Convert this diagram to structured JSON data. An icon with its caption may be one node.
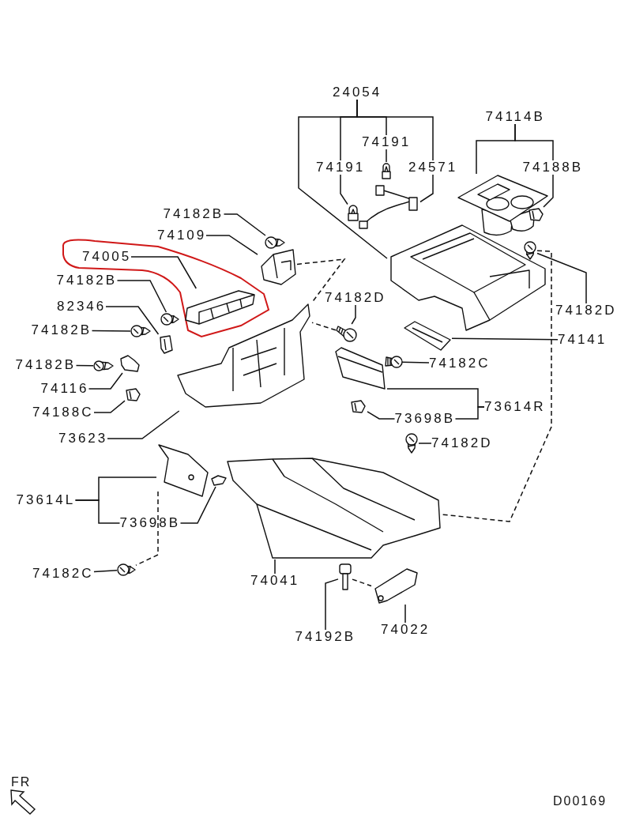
{
  "diagram": {
    "nodes": [
      {
        "text": [
          "24054"
        ]
      },
      {
        "text": [
          "74114B"
        ]
      },
      {
        "text": [
          "74191"
        ]
      },
      {
        "text": [
          "74191"
        ]
      },
      {
        "text": [
          "24571"
        ]
      },
      {
        "text": [
          "74188B"
        ]
      },
      {
        "text": [
          "74182B"
        ]
      },
      {
        "text": [
          "74109"
        ]
      },
      {
        "text": [
          "74005"
        ]
      },
      {
        "text": [
          "74182B"
        ]
      },
      {
        "text": [
          "82346"
        ]
      },
      {
        "text": [
          "74182D"
        ]
      },
      {
        "text": [
          "74182D"
        ]
      },
      {
        "text": [
          "74182B"
        ]
      },
      {
        "text": [
          "74141"
        ]
      },
      {
        "text": [
          "74182B"
        ]
      },
      {
        "text": [
          "74182C"
        ]
      },
      {
        "text": [
          "74116"
        ]
      },
      {
        "text": [
          "73614R"
        ]
      },
      {
        "text": [
          "74188C"
        ]
      },
      {
        "text": [
          "73698B"
        ]
      },
      {
        "text": [
          "73623"
        ]
      },
      {
        "text": [
          "74182D"
        ]
      },
      {
        "text": [
          "73614L"
        ]
      },
      {
        "text": [
          "73698B"
        ]
      },
      {
        "text": [
          "74041"
        ]
      },
      {
        "text": [
          "74182C"
        ]
      },
      {
        "text": [
          "74192B"
        ]
      },
      {
        "text": [
          "74022"
        ]
      },
      {
        "text": [],
        "shape": "picture"
      },
      {
        "text": [],
        "shape": "picture"
      },
      {
        "text": [],
        "shape": "picture"
      },
      {
        "text": [],
        "shape": "picture"
      },
      {
        "text": [],
        "shape": "picture"
      },
      {
        "text": [],
        "shape": "picture"
      },
      {
        "text": [],
        "shape": "picture"
      },
      {
        "text": [],
        "shape": "picture"
      },
      {
        "text": [],
        "shape": "picture"
      },
      {
        "text": [],
        "shape": "picture"
      },
      {
        "text": [],
        "shape": "picture"
      },
      {
        "text": [],
        "shape": "picture"
      },
      {
        "text": [],
        "shape": "picture"
      },
      {
        "text": [],
        "shape": "picture"
      },
      {
        "text": [],
        "shape": "picture"
      },
      {
        "text": [],
        "shape": "picture"
      },
      {
        "text": [],
        "shape": "picture"
      },
      {
        "text": [],
        "shape": "picture"
      },
      {
        "text": [],
        "shape": "picture"
      },
      {
        "text": [],
        "shape": "picture"
      },
      {
        "text": [],
        "shape": "picture"
      },
      {
        "text": [],
        "shape": "picture"
      },
      {
        "text": [],
        "shape": "picture"
      },
      {
        "text": [],
        "shape": "picture"
      },
      {
        "text": [],
        "shape": "picture"
      },
      {
        "text": [],
        "shape": "picture"
      },
      {
        "text": [],
        "shape": "picture"
      },
      {
        "text": [],
        "shape": "picture"
      },
      {
        "text": [],
        "shape": "picture"
      }
    ],
    "edges": [
      {
        "from": 0,
        "to": 36,
        "arrow": "none"
      },
      {
        "from": 0,
        "to": 3,
        "arrow": "none"
      },
      {
        "from": 0,
        "to": 2,
        "arrow": "none"
      },
      {
        "from": 0,
        "to": 4,
        "arrow": "none"
      },
      {
        "from": 2,
        "to": 29,
        "arrow": "none"
      },
      {
        "from": 3,
        "to": 31,
        "arrow": "none"
      },
      {
        "from": 4,
        "to": 32,
        "arrow": "none"
      },
      {
        "from": 1,
        "to": 30,
        "arrow": "none"
      },
      {
        "from": 1,
        "to": 5,
        "arrow": "none"
      },
      {
        "from": 5,
        "to": 33,
        "arrow": "none"
      },
      {
        "from": 6,
        "to": 34,
        "arrow": "none"
      },
      {
        "from": 7,
        "to": 35,
        "arrow": "none"
      },
      {
        "from": 8,
        "to": 38,
        "arrow": "none"
      },
      {
        "from": 9,
        "to": 39,
        "arrow": "none"
      },
      {
        "from": 10,
        "to": 43,
        "arrow": "none"
      },
      {
        "from": 11,
        "to": 40,
        "arrow": "none"
      },
      {
        "from": 12,
        "to": 37,
        "arrow": "none"
      },
      {
        "from": 13,
        "to": 41,
        "arrow": "none"
      },
      {
        "from": 14,
        "to": 42,
        "arrow": "none"
      },
      {
        "from": 15,
        "to": 44,
        "arrow": "none"
      },
      {
        "from": 16,
        "to": 47,
        "arrow": "none"
      },
      {
        "from": 17,
        "to": 45,
        "arrow": "none"
      },
      {
        "from": 18,
        "to": 48,
        "arrow": "none"
      },
      {
        "from": 18,
        "to": 20,
        "arrow": "none"
      },
      {
        "from": 20,
        "to": 50,
        "arrow": "none"
      },
      {
        "from": 19,
        "to": 49,
        "arrow": "none"
      },
      {
        "from": 21,
        "to": 46,
        "arrow": "none"
      },
      {
        "from": 22,
        "to": 51,
        "arrow": "none"
      },
      {
        "from": 23,
        "to": 52,
        "arrow": "none"
      },
      {
        "from": 23,
        "to": 24,
        "arrow": "none"
      },
      {
        "from": 24,
        "to": 53,
        "arrow": "none"
      },
      {
        "from": 25,
        "to": 54,
        "arrow": "none"
      },
      {
        "from": 26,
        "to": 55,
        "arrow": "none"
      },
      {
        "from": 27,
        "to": 56,
        "arrow": "none"
      },
      {
        "from": 28,
        "to": 57,
        "arrow": "none"
      },
      {
        "from": 35,
        "to": 46,
        "arrow": "none",
        "style": "dashed"
      },
      {
        "from": 40,
        "to": 46,
        "arrow": "none",
        "style": "dashed"
      },
      {
        "from": 37,
        "to": 54,
        "arrow": "none",
        "style": "dashed"
      },
      {
        "from": 52,
        "to": 55,
        "arrow": "none",
        "style": "dashed"
      },
      {
        "from": 56,
        "to": 57,
        "arrow": "none",
        "style": "dashed"
      }
    ],
    "labels": [
      "FR",
      "D00169"
    ]
  }
}
